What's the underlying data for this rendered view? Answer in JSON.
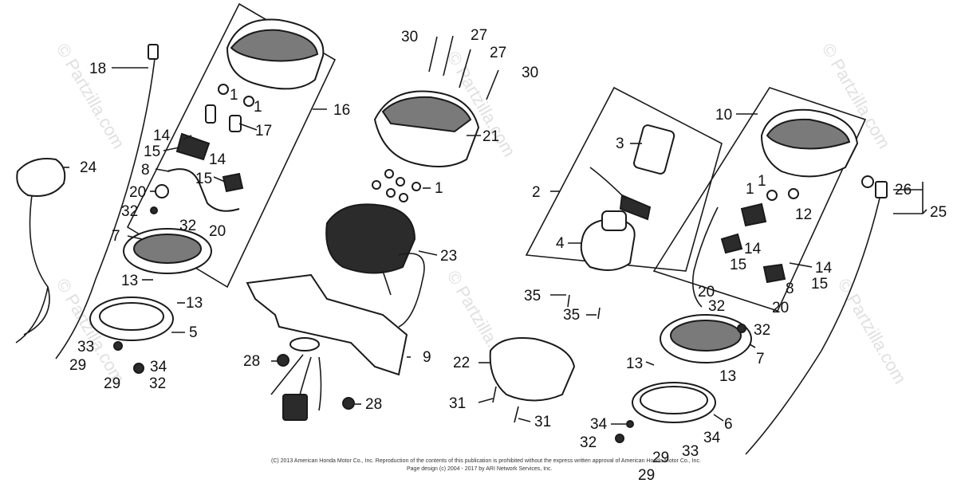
{
  "diagram": {
    "callouts": [
      "1",
      "1",
      "1",
      "1",
      "1",
      "2",
      "3",
      "4",
      "5",
      "6",
      "7",
      "7",
      "8",
      "8",
      "9",
      "10",
      "12",
      "13",
      "13",
      "13",
      "13",
      "14",
      "14",
      "14",
      "14",
      "15",
      "15",
      "15",
      "15",
      "16",
      "17",
      "18",
      "20",
      "20",
      "20",
      "20",
      "21",
      "22",
      "23",
      "24",
      "25",
      "26",
      "27",
      "27",
      "28",
      "28",
      "29",
      "29",
      "29",
      "29",
      "30",
      "30",
      "31",
      "31",
      "32",
      "32",
      "32",
      "32",
      "32",
      "32",
      "33",
      "33",
      "34",
      "34",
      "34",
      "35",
      "35"
    ],
    "watermark": "© Partzilla.com",
    "footer_line1": "(C) 2013 American Honda Motor Co., Inc. Reproduction of the contents of this publication is prohibited without the express written approval of American Honda Motor Co., Inc.",
    "footer_line2": "Page design (c) 2004 - 2017 by ARI Network Services, Inc."
  }
}
